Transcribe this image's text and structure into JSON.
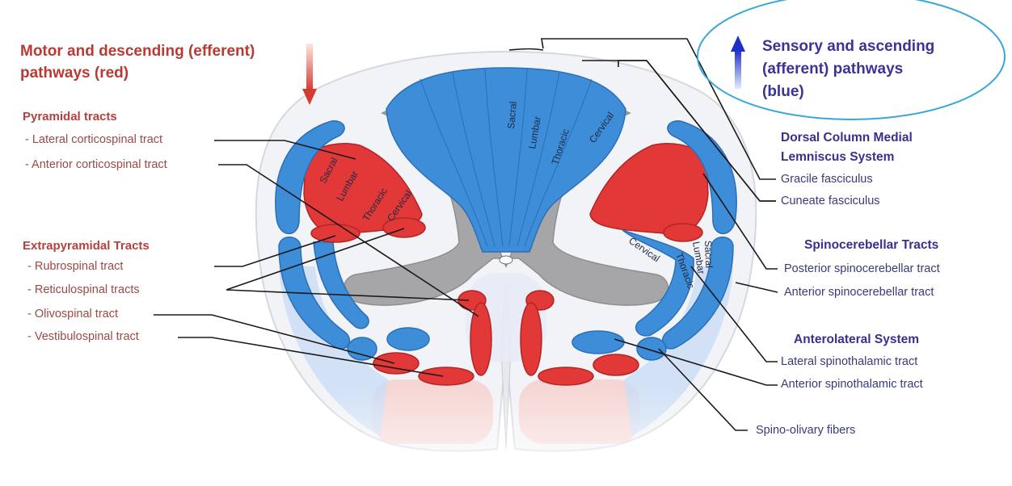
{
  "motor": {
    "title_line1": "Motor and descending (efferent)",
    "title_line2": "pathways   (red)",
    "pyramidal_heading": "Pyramidal tracts",
    "lateral_corticospinal": "- Lateral corticospinal tract",
    "anterior_corticospinal": "- Anterior corticospinal tract",
    "extrapyramidal_heading": "Extrapyramidal Tracts",
    "rubrospinal": "- Rubrospinal tract",
    "reticulospinal": "- Reticulospinal tracts",
    "olivospinal": "- Olivospinal tract",
    "vestibulospinal": "- Vestibulospinal tract"
  },
  "sensory": {
    "title_line1": "Sensory and ascending",
    "title_line2": "(afferent) pathways",
    "title_line3": "(blue)",
    "dorsal_heading_line1": "Dorsal Column Medial",
    "dorsal_heading_line2": "Lemniscus System",
    "gracile": "Gracile fasciculus",
    "cuneate": "Cuneate fasciculus",
    "spinocerebellar_heading": "Spinocerebellar Tracts",
    "posterior_spinocerebellar": "Posterior spinocerebellar tract",
    "anterior_spinocerebellar": "Anterior spinocerebellar tract",
    "anterolateral_heading": "Anterolateral System",
    "lateral_spinothalamic": "Lateral spinothalamic tract",
    "anterior_spinothalamic": "Anterior spinothalamic tract",
    "spino_olivary": "Spino-olivary fibers"
  },
  "cord_labels": {
    "dorsal": [
      "Sacral",
      "Lumbar",
      "Thoracic",
      "Cervical"
    ],
    "left_lateral": [
      "Sacral",
      "Lumbar",
      "Thoracic",
      "Cervical"
    ],
    "right_lateral": [
      "Cervical",
      "Thoracic",
      "Lumbar",
      "Sacral"
    ]
  },
  "colors": {
    "motor_red": "#e23a3a",
    "sensory_blue": "#3f8fd9",
    "grey_matter": "#a9a9a9",
    "title_red": "#b83a33",
    "title_blue": "#3c3396"
  }
}
